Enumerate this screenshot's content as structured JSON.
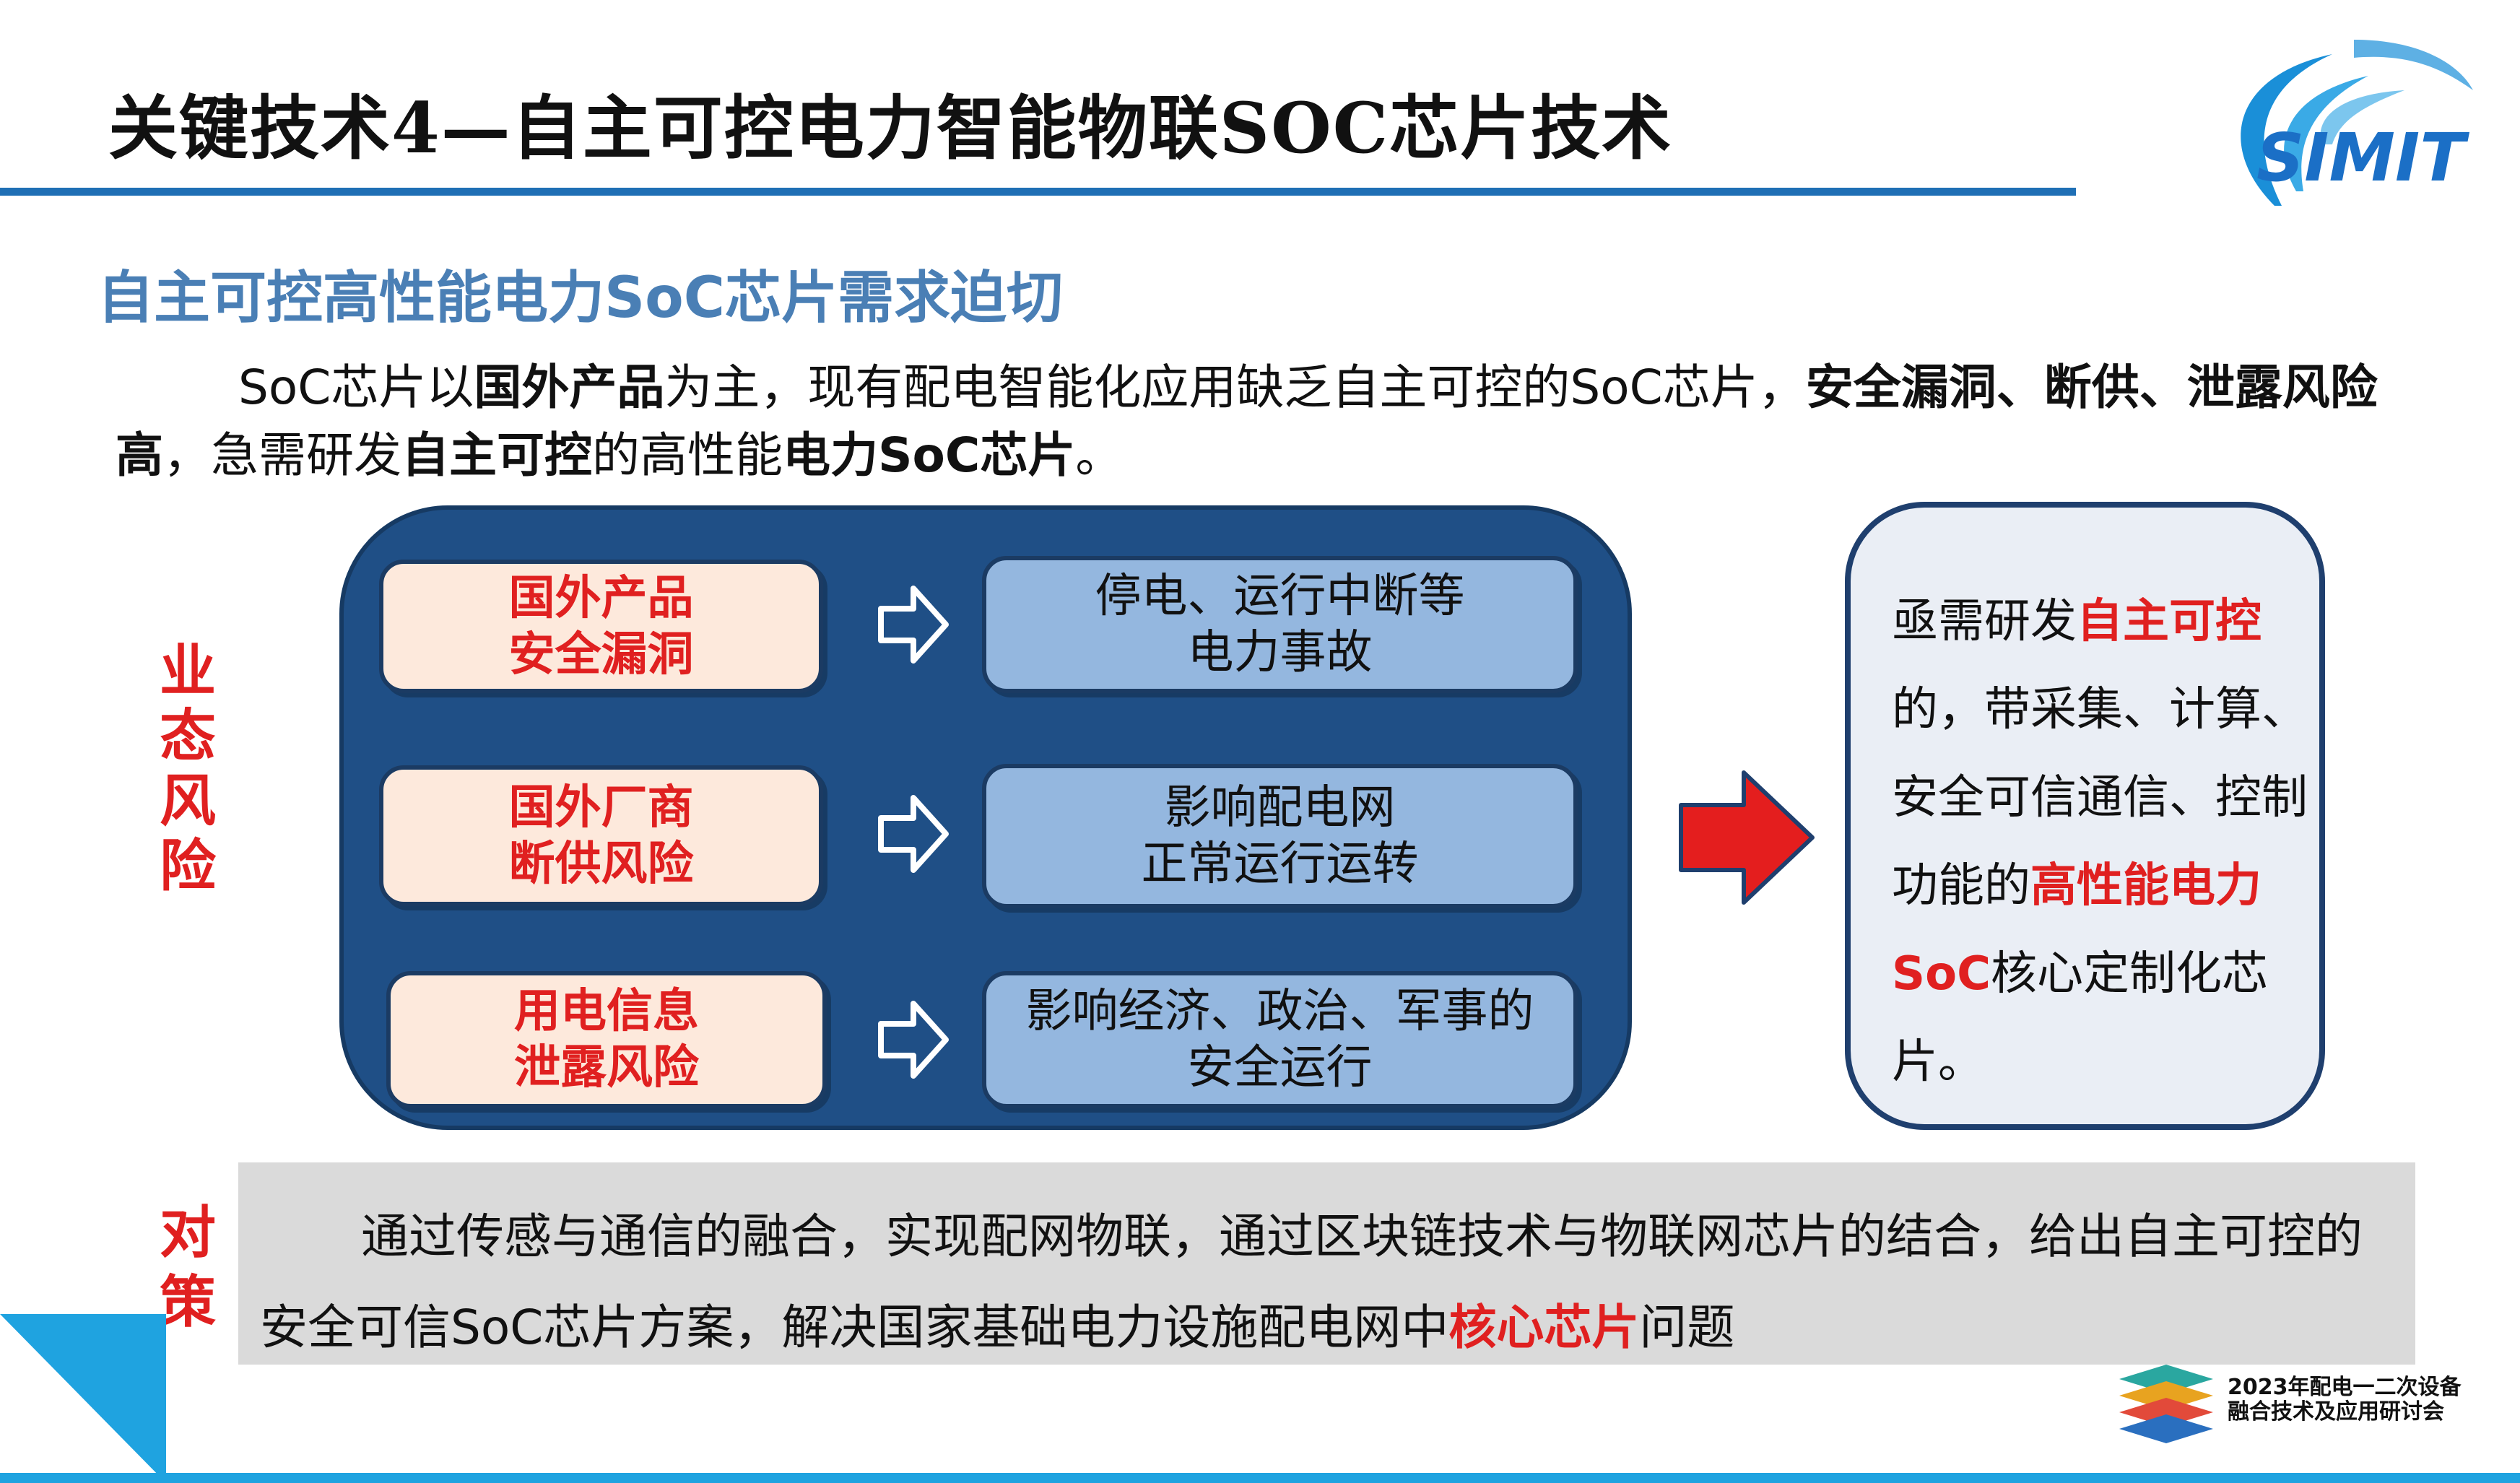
{
  "header": {
    "title": "关键技术4—自主可控电力智能物联SOC芯片技术",
    "logo_text": "SIMIT"
  },
  "section": {
    "subtitle": "自主可控高性能电力SoC芯片需求迫切",
    "para": {
      "p1": "SoC芯片以",
      "b1": "国外产品",
      "p2": "为主，现有配电智能化应用缺乏自主可控的SoC芯片，",
      "b2": "安全漏洞、断供、泄露风险高",
      "p3": "，急需研发",
      "b3": "自主可控",
      "p4": "的高性能",
      "b4": "电力SoC芯片",
      "p5": "。"
    }
  },
  "risk": {
    "label": "业态风险",
    "rows": [
      {
        "cause_line1": "国外产品",
        "cause_line2": "安全漏洞",
        "effect_line1": "停电、运行中断等",
        "effect_line2": "电力事故"
      },
      {
        "cause_line1": "国外厂商",
        "cause_line2": "断供风险",
        "effect_line1": "影响配电网",
        "effect_line2": "正常运行运转"
      },
      {
        "cause_line1": "用电信息",
        "cause_line2": "泄露风险",
        "effect_line1": "影响经济、政治、军事的",
        "effect_line2": "安全运行"
      }
    ]
  },
  "need": {
    "t1": "亟需研发",
    "r1": "自主可控",
    "t2": "的，带采集、计算、安全可信通信、控制功能的",
    "r2": "高性能电力SoC",
    "t3": "核心定制化芯片。"
  },
  "policy": {
    "label": "对策",
    "t1": "通过传感与通信的融合，实现配网物联，通过区块链技术与物联网芯片的结合，给出自主可控的安全可信SoC芯片方案，解决国家基础电力设施配电网中",
    "r1": "核心芯片",
    "t2": "问题"
  },
  "conference": {
    "line1": "2023年配电一二次设备",
    "line2": "融合技术及应用研讨会"
  },
  "colors": {
    "accent_blue": "#1f6fb5",
    "frame_navy": "#1f4f86",
    "risk_red": "#e02020",
    "box_blue": "#94b7df",
    "box_pink": "#fde9dc"
  }
}
